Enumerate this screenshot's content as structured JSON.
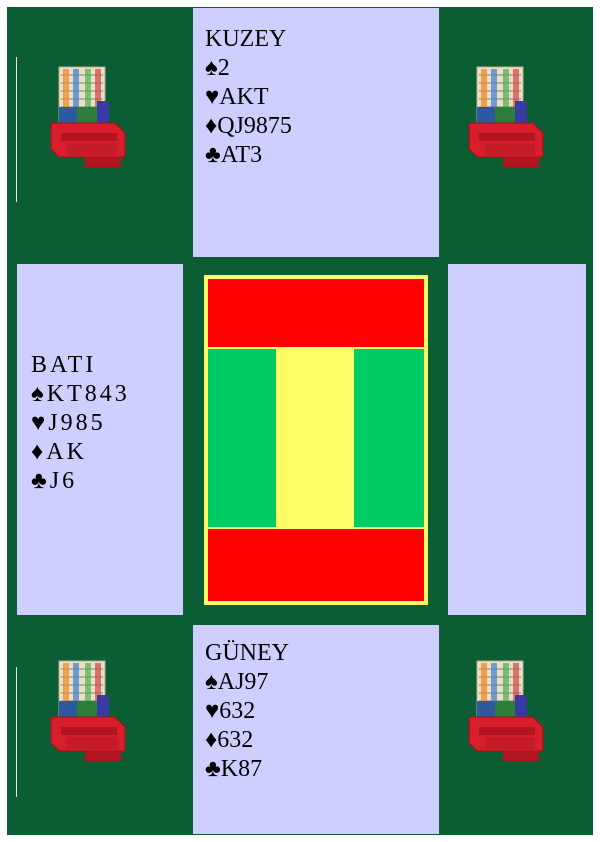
{
  "north": {
    "name": "KUZEY",
    "spades": "♠2",
    "hearts": "♥AKT",
    "diamonds": "♦QJ9875",
    "clubs": "♣AT3"
  },
  "west": {
    "name": "BATI",
    "spades": "♠KT843",
    "hearts": "♥J985",
    "diamonds": "♦AK",
    "clubs": "♣J6"
  },
  "south": {
    "name": "GÜNEY",
    "spades": "♠AJ97",
    "hearts": "♥632",
    "diamonds": "♦632",
    "clubs": "♣K87"
  },
  "east": {
    "name": ""
  },
  "board": {
    "ns_vulnerable_color": "#ff0000",
    "ew_vulnerable_color": "#00cc66",
    "frame_color": "#ffff66"
  },
  "icons": [
    "bidding-box-icon",
    "bidding-box-icon",
    "bidding-box-icon",
    "bidding-box-icon"
  ]
}
